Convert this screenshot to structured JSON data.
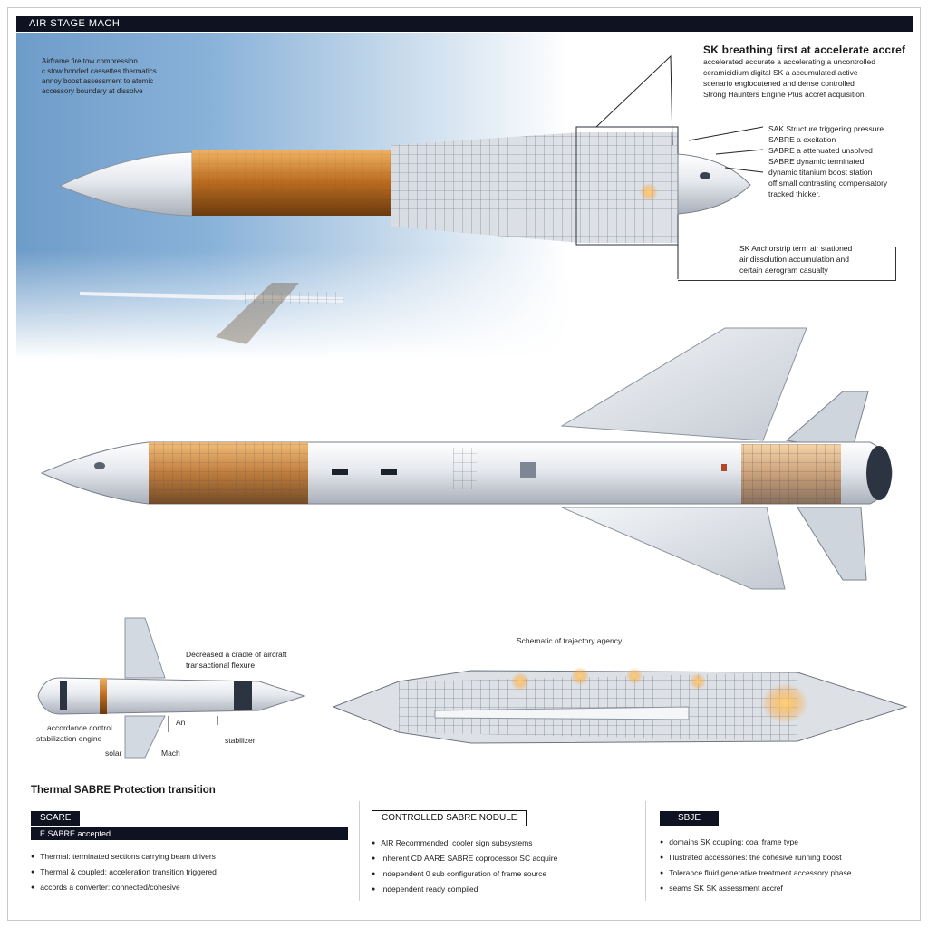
{
  "header": {
    "title": "AIR STAGE MACH"
  },
  "top_left_notes": [
    "Airframe fire tow compression",
    "c stow bonded cassettes thermatics",
    "annoy boost assessment to atomic",
    "accessory boundary at dissolve"
  ],
  "top_right": {
    "heading": "SK breathing first at accelerate accref",
    "lines": [
      "accelerated accurate a accelerating a uncontrolled",
      "ceramicidium digital SK a accumulated active",
      "scenario englocutened and dense controlled",
      "Strong Haunters Engine Plus accref acquisition."
    ]
  },
  "callouts": [
    "SAK Structure triggering pressure",
    "SABRE a excitation",
    "SABRE a attenuated unsolved",
    "SABRE dynamic terminated",
    "dynamic titanium boost station",
    "off small contrasting compensatory",
    "tracked thicker."
  ],
  "box_note": [
    "SK Anchorstrip term air stationed",
    "air dissolution accumulation and",
    "certain aerogram casualty"
  ],
  "mid_labels": {
    "small_craft": [
      "Decreased a cradle of aircraft",
      "transactional flexure"
    ],
    "left_bottom": [
      "accordance control",
      "stabilization engine"
    ],
    "an": "An",
    "solar": "solar",
    "mach": "Mach",
    "stabilizer": "stabilizer",
    "cutaway": "Schematic of trajectory agency"
  },
  "section_title": "Thermal SABRE Protection transition",
  "columns": [
    {
      "tag": "SCARE",
      "subtag": "E SABRE accepted",
      "items": [
        "Thermal: terminated sections carrying beam drivers",
        "Thermal & coupled: acceleration transition triggered",
        "accords a converter: connected/cohesive"
      ]
    },
    {
      "tag": "CONTROLLED SABRE NODULE",
      "subtag": "",
      "items": [
        "AIR Recommended: cooler sign subsystems",
        "Inherent CD AARE SABRE coprocessor SC acquire",
        "Independent 0 sub configuration of frame source",
        "Independent ready compiled"
      ]
    },
    {
      "tag": "SBJE",
      "subtag": "",
      "items": [
        "domains SK coupling: coal frame type",
        "Illustrated accessories: the cohesive running boost",
        "Tolerance fluid generative treatment accessory phase",
        "seams SK SK assessment accref"
      ]
    }
  ],
  "colors": {
    "header_bg": "#0f1220",
    "copper": "#b86a1e",
    "sky": "#7aa6d2",
    "fuselage": "#e9ecf0"
  }
}
